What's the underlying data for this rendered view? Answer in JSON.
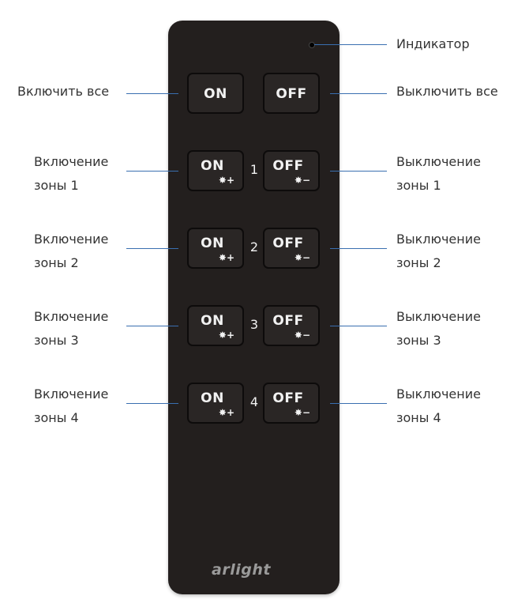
{
  "indicator_label": "Индикатор",
  "all": {
    "on_label": "ON",
    "off_label": "OFF",
    "left": "Включить все",
    "right": "Выключить все"
  },
  "zones": [
    {
      "num": "1",
      "left1": "Включение",
      "left2": "зоны 1",
      "right1": "Выключение",
      "right2": "зоны 1"
    },
    {
      "num": "2",
      "left1": "Включение",
      "left2": "зоны 2",
      "right1": "Выключение",
      "right2": "зоны 2"
    },
    {
      "num": "3",
      "left1": "Включение",
      "left2": "зоны 3",
      "right1": "Выключение",
      "right2": "зоны 3"
    },
    {
      "num": "4",
      "left1": "Включение",
      "left2": "зоны 4",
      "right1": "Выключение",
      "right2": "зоны 4"
    }
  ],
  "zone_buttons": {
    "on_label": "ON",
    "off_label": "OFF",
    "on_sub": "✸+",
    "off_sub": "✸−"
  },
  "brand": "arlight",
  "colors": {
    "body": "#231f1e",
    "leader": "#3a6fb0"
  }
}
